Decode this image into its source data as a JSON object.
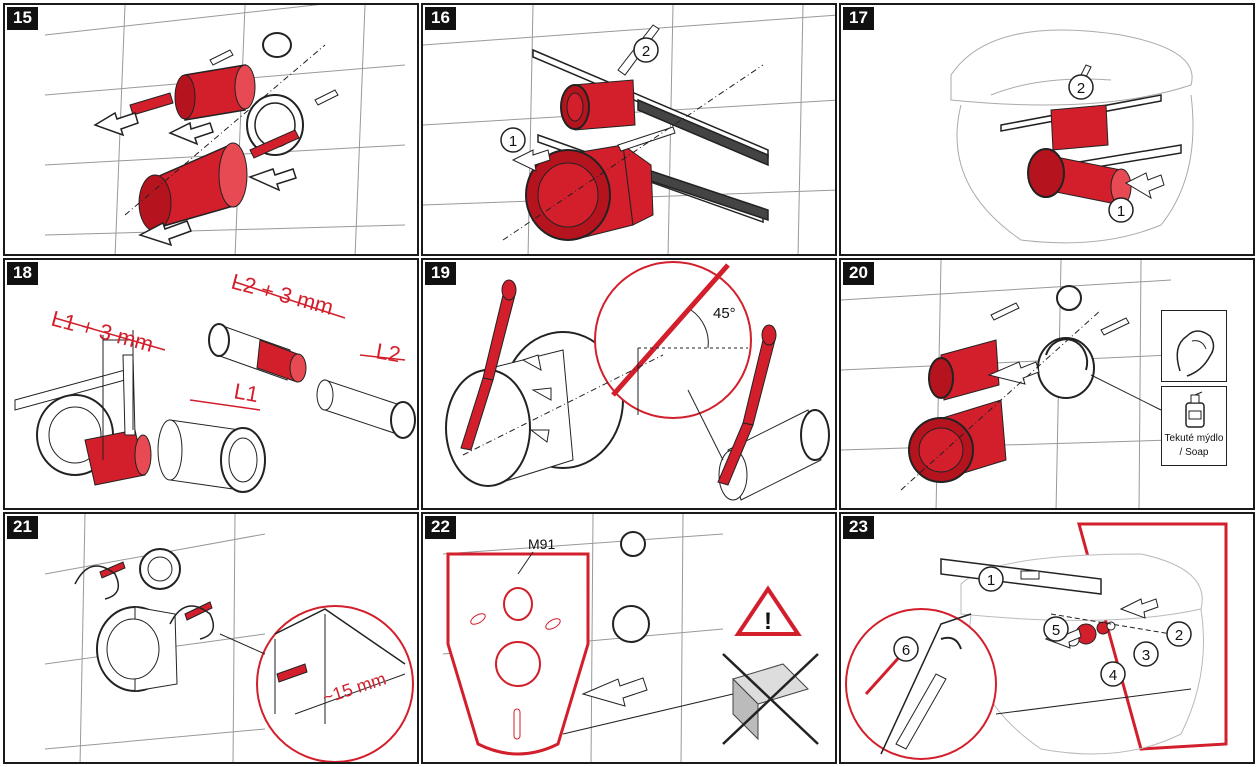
{
  "colors": {
    "accent_red": "#d21f2b",
    "line": "#1a1a1a",
    "tile": "#9a9a9a"
  },
  "panels": [
    {
      "step": "15"
    },
    {
      "step": "16",
      "callouts": [
        "1",
        "2"
      ]
    },
    {
      "step": "17",
      "callouts": [
        "1",
        "2"
      ]
    },
    {
      "step": "18",
      "labels": [
        "L1 + 3 mm",
        "L2 + 3 mm",
        "L1",
        "L2"
      ]
    },
    {
      "step": "19",
      "angle_label": "45°"
    },
    {
      "step": "20",
      "soap_line1": "Tekuté mýdlo",
      "soap_line2": "/  Soap"
    },
    {
      "step": "21",
      "distance_label": "~15 mm"
    },
    {
      "step": "22",
      "part_label": "M91"
    },
    {
      "step": "23",
      "callouts": [
        "1",
        "2",
        "3",
        "4",
        "5",
        "6"
      ]
    }
  ]
}
